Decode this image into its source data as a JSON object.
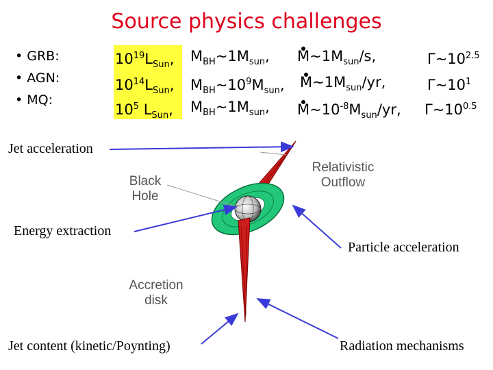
{
  "title": "Source physics challenges",
  "bullets": [
    "GRB:",
    "AGN:",
    "MQ:"
  ],
  "rows": [
    {
      "lum_base": "10",
      "lum_exp": "19",
      "lum_unit": "L",
      "lum_sub": "Sun",
      "mbh": "M",
      "mbh_sub": "BH",
      "mbh_val": "~1M",
      "mbh_val_sub": "sun",
      "mdot": "M",
      "mdot_val": "~1M",
      "mdot_sub": "sun",
      "mdot_unit": "/s,",
      "gamma": "Γ",
      "gamma_val": "~10",
      "gamma_exp": "2.5"
    },
    {
      "lum_base": "10",
      "lum_exp": "14",
      "lum_unit": "L",
      "lum_sub": "Sun",
      "mbh": "M",
      "mbh_sub": "BH",
      "mbh_val": "~10",
      "mbh_val_exp": "9",
      "mbh_val2": "M",
      "mbh_val_sub": "sun",
      "mdot": "M",
      "mdot_val": "~1M",
      "mdot_sub": "sun",
      "mdot_unit": "/yr,",
      "gamma": "Γ",
      "gamma_val": "~10",
      "gamma_exp": "1"
    },
    {
      "lum_base": "10",
      "lum_exp": "5",
      "lum_unit": "L",
      "lum_sub": "Sun",
      "mbh": "M",
      "mbh_sub": "BH",
      "mbh_val": "~1M",
      "mbh_val_sub": "sun",
      "mdot": "M",
      "mdot_val": "~10",
      "mdot_exp": "-8",
      "mdot_val2": "M",
      "mdot_sub": "sun",
      "mdot_unit": "/yr,",
      "gamma": "Γ",
      "gamma_val": "~10",
      "gamma_exp": "0.5"
    }
  ],
  "labels": {
    "jet_acceleration": "Jet acceleration",
    "energy_extraction": "Energy extraction",
    "particle_acceleration": "Particle acceleration",
    "jet_content": "Jet content (kinetic/Poynting)",
    "radiation": "Radiation mechanisms"
  },
  "diagram": {
    "black_hole": [
      "Black",
      "Hole"
    ],
    "outflow": [
      "Relativistic",
      "Outflow"
    ],
    "disk": [
      "Accretion",
      "disk"
    ]
  },
  "colors": {
    "title": "#e0001b",
    "highlight": "#ffff3c",
    "jet": "#cc1c1c",
    "disk": "#22c77a",
    "arrow": "#3a3ad8"
  }
}
